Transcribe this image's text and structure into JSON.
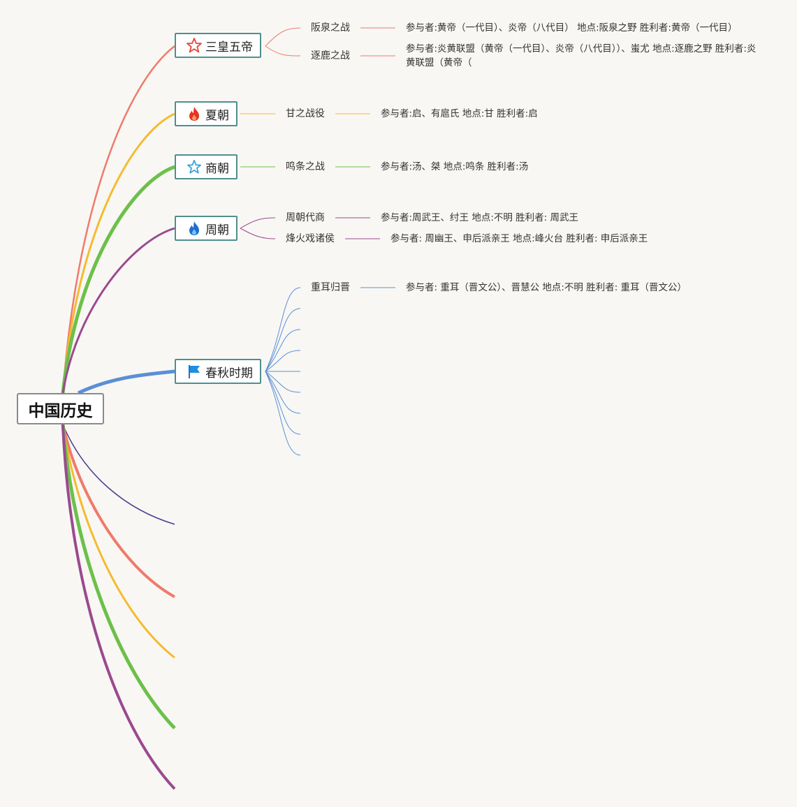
{
  "root": {
    "label": "中国历史"
  },
  "eras": [
    {
      "name": "三皇五帝",
      "icon": "star-outline-red-icon",
      "color": "#f07a6a",
      "events": [
        {
          "title": "阪泉之战",
          "detail": "参与者:黄帝（一代目）、炎帝（八代目） 地点:阪泉之野 胜利者:黄帝（一代目）"
        },
        {
          "title": "逐鹿之战",
          "detail": "参与者:炎黄联盟（黄帝（一代目）、炎帝（八代目））、蚩尤 地点:逐鹿之野 胜利者:炎黄联盟（黄帝（"
        }
      ]
    },
    {
      "name": "夏朝",
      "icon": "fire-red-icon",
      "color": "#f5bb2e",
      "events": [
        {
          "title": "甘之战役",
          "detail": "参与者:启、有扈氏 地点:甘 胜利者:启"
        }
      ]
    },
    {
      "name": "商朝",
      "icon": "star-outline-blue-icon",
      "color": "#6cc04a",
      "events": [
        {
          "title": "鸣条之战",
          "detail": "参与者:汤、桀 地点:鸣条 胜利者:汤"
        }
      ]
    },
    {
      "name": "周朝",
      "icon": "fire-blue-icon",
      "color": "#9b4a8e",
      "events": [
        {
          "title": "周朝代商",
          "detail": "参与者:周武王、纣王 地点:不明 胜利者: 周武王"
        },
        {
          "title": "烽火戏诸侯",
          "detail": "参与者: 周幽王、申后派亲王 地点:峰火台 胜利者: 申后派亲王"
        }
      ]
    },
    {
      "name": "春秋时期",
      "icon": "flag-blue-icon",
      "color": "#5a8fd6",
      "events": [
        {
          "title": "重耳归晋",
          "detail": "参与者: 重耳（晋文公）、晋慧公 地点:不明 胜利者: 重耳（晋文公）"
        }
      ]
    }
  ],
  "empty_branch_colors": [
    "#4a3b8c",
    "#f07a6a",
    "#f5bb2e",
    "#6cc04a",
    "#9b4a8e"
  ],
  "colors": {
    "era_border": "#4e8f8f",
    "background": "#f8f7f4"
  }
}
